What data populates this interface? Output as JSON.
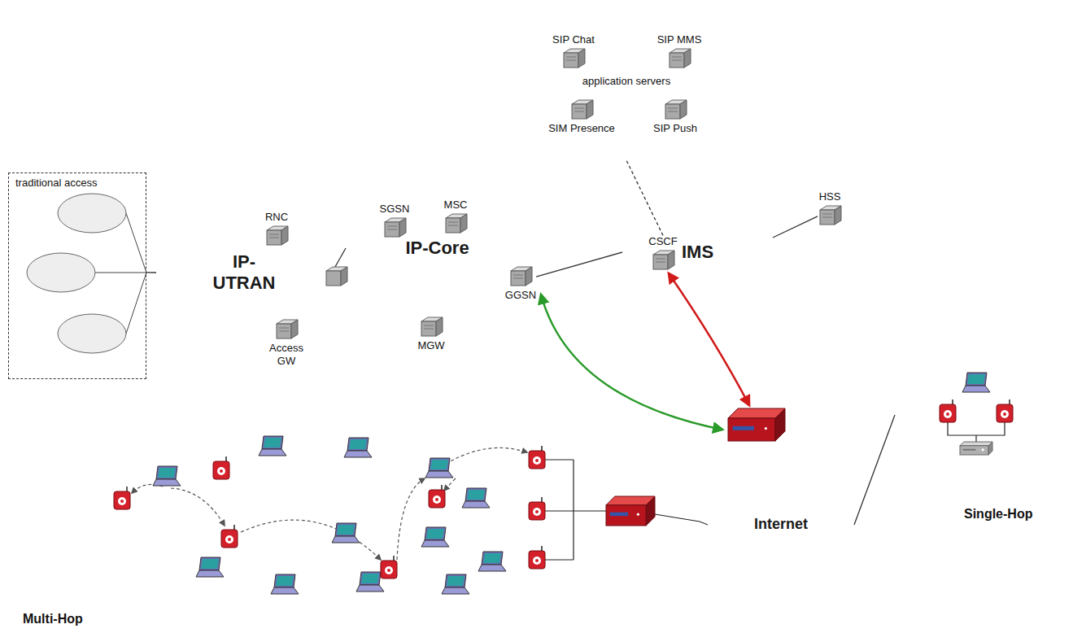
{
  "diagram": {
    "nodes": [
      {
        "text": [
          "traditional access"
        ]
      },
      {
        "text": [
          "IP- UTRAN"
        ]
      },
      {
        "text": [
          "RNC"
        ]
      },
      {
        "text": [
          "Access GW"
        ]
      },
      {
        "text": [
          "IP-Core"
        ]
      },
      {
        "text": [
          "SGSN"
        ]
      },
      {
        "text": [
          "MSC"
        ]
      },
      {
        "text": [
          "MGW"
        ]
      },
      {
        "text": [
          "GGSN"
        ]
      },
      {
        "text": [
          "application servers"
        ]
      },
      {
        "text": [
          "SIP Chat"
        ],
        "in": 9
      },
      {
        "text": [
          "SIP MMS"
        ],
        "in": 9
      },
      {
        "text": [
          "SIM Presence"
        ],
        "in": 9
      },
      {
        "text": [
          "SIP Push"
        ],
        "in": 9
      },
      {
        "text": [
          "IMS"
        ]
      },
      {
        "text": [
          "CSCF"
        ]
      },
      {
        "text": [
          "HSS"
        ]
      },
      {
        "text": [
          "Internet"
        ]
      },
      {
        "text": [
          "Multi-Hop"
        ]
      },
      {
        "text": [
          "Single-Hop"
        ]
      }
    ],
    "edges": [
      {
        "from": 0,
        "to": 1,
        "arrow": "none"
      },
      {
        "from": 1,
        "to": 4,
        "arrow": "none"
      },
      {
        "from": 8,
        "to": 14,
        "arrow": "none"
      },
      {
        "from": 14,
        "to": 16,
        "arrow": "none"
      },
      {
        "from": 15,
        "to": 9,
        "arrow": "none"
      },
      {
        "from": 17,
        "to": 18,
        "arrow": "none"
      },
      {
        "from": 17,
        "to": 19,
        "arrow": "none"
      }
    ]
  }
}
